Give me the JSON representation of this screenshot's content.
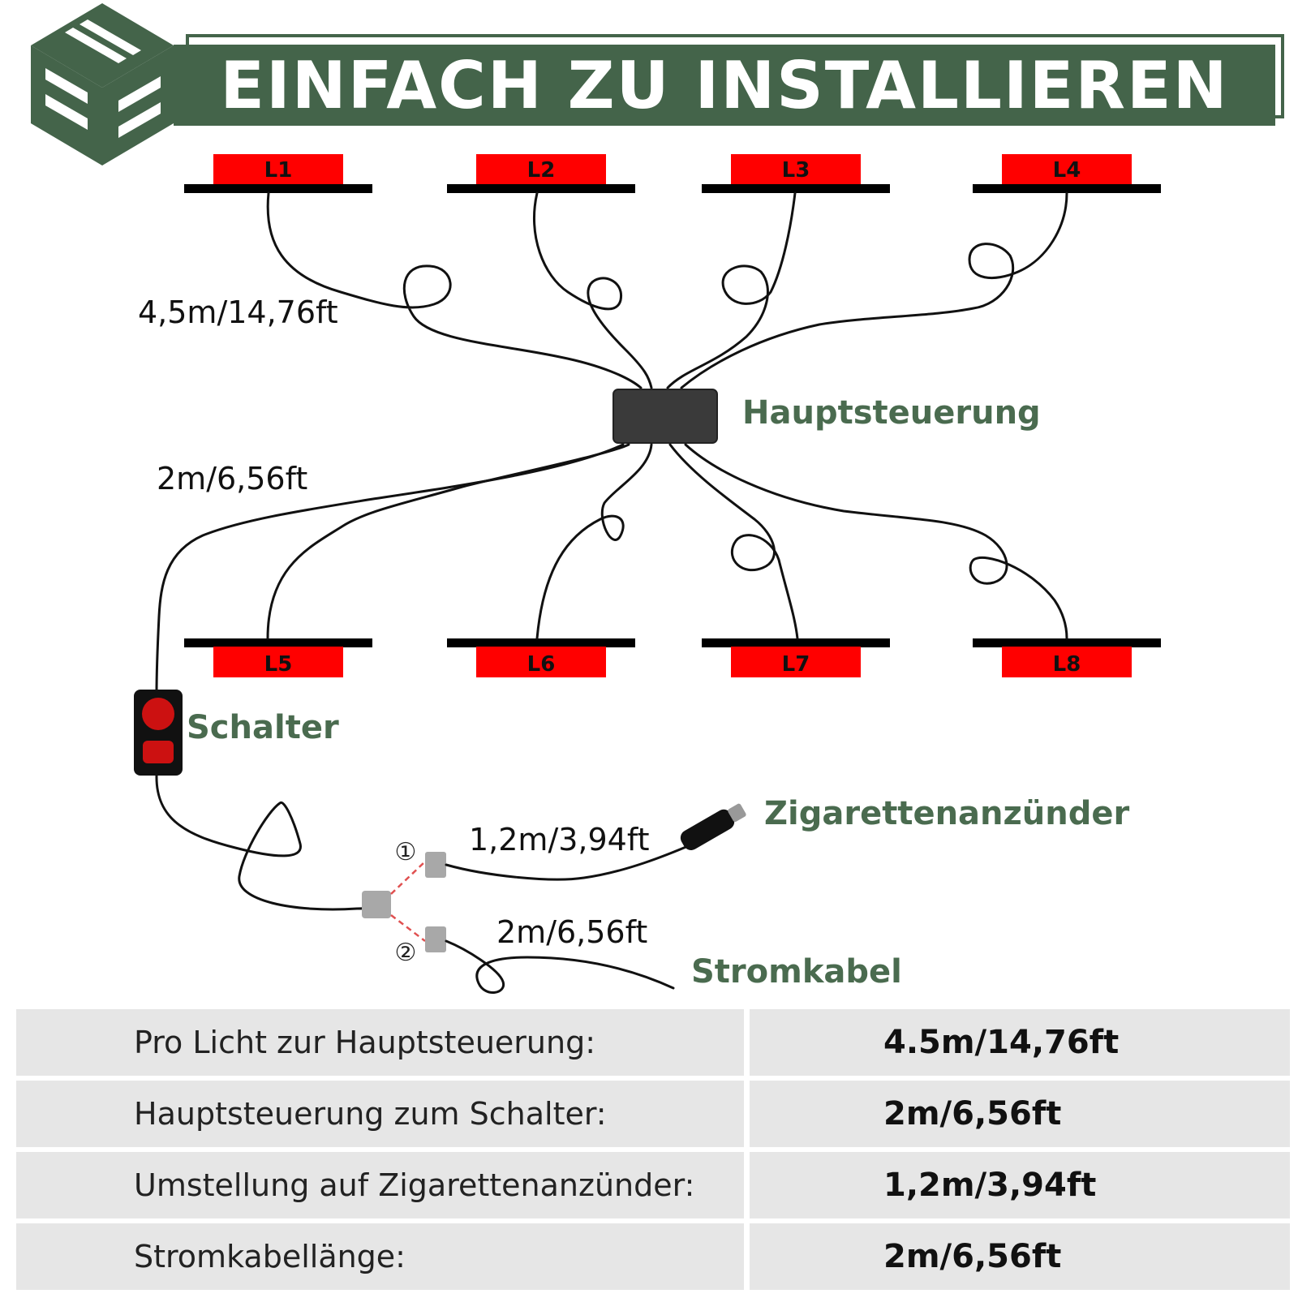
{
  "header": {
    "title": "EINFACH ZU INSTALLIEREN",
    "brand_color": "#44644a"
  },
  "lights": {
    "top": [
      "L1",
      "L2",
      "L3",
      "L4"
    ],
    "bottom": [
      "L5",
      "L6",
      "L7",
      "L8"
    ],
    "color": "#ff0000"
  },
  "labels": {
    "controller": "Hauptsteuerung",
    "switch": "Schalter",
    "cigarette": "Zigarettenanzünder",
    "power_cable": "Stromkabel",
    "marker_1": "①",
    "marker_2": "②"
  },
  "lengths": {
    "light_to_controller": "4,5m/14,76ft",
    "controller_to_switch": "2m/6,56ft",
    "cigarette_cable": "1,2m/3,94ft",
    "power_cable": "2m/6,56ft"
  },
  "spec_table": [
    {
      "label": "Pro Licht zur Hauptsteuerung:",
      "value": "4.5m/14,76ft"
    },
    {
      "label": "Hauptsteuerung zum Schalter:",
      "value": "2m/6,56ft"
    },
    {
      "label": "Umstellung auf Zigarettenanzünder:",
      "value": "1,2m/3,94ft"
    },
    {
      "label": "Stromkabellänge:",
      "value": "2m/6,56ft"
    }
  ]
}
